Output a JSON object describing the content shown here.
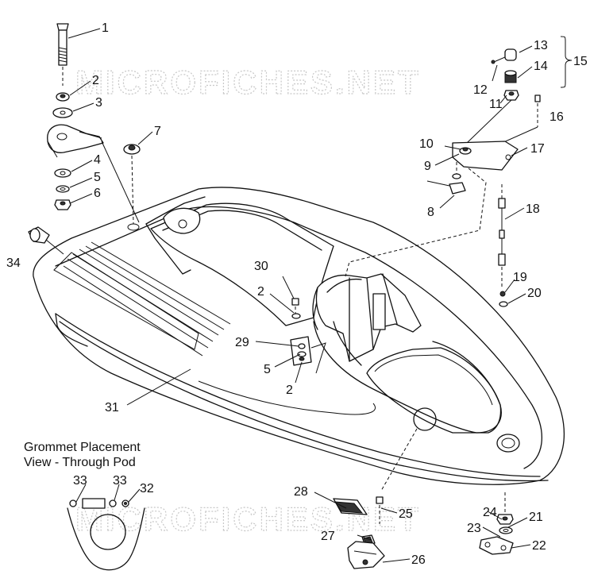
{
  "watermarks": [
    "MICROFICHES.NET",
    "MICROFICHES.NET"
  ],
  "caption": {
    "line1": "Grommet Placement",
    "line2": "View - Through Pod"
  },
  "callouts": {
    "c1": "1",
    "c2a": "2",
    "c3": "3",
    "c4": "4",
    "c5a": "5",
    "c6": "6",
    "c7": "7",
    "c8": "8",
    "c9": "9",
    "c10": "10",
    "c11": "11",
    "c12": "12",
    "c13": "13",
    "c14": "14",
    "c15": "15",
    "c16": "16",
    "c17": "17",
    "c18": "18",
    "c19": "19",
    "c20": "20",
    "c21": "21",
    "c22": "22",
    "c23": "23",
    "c24": "24",
    "c25": "25",
    "c26": "26",
    "c27": "27",
    "c28": "28",
    "c29": "29",
    "c30": "30",
    "c31": "31",
    "c32": "32",
    "c33a": "33",
    "c33b": "33",
    "c34": "34",
    "c2b": "2",
    "c5b": "5",
    "c2c": "2"
  }
}
